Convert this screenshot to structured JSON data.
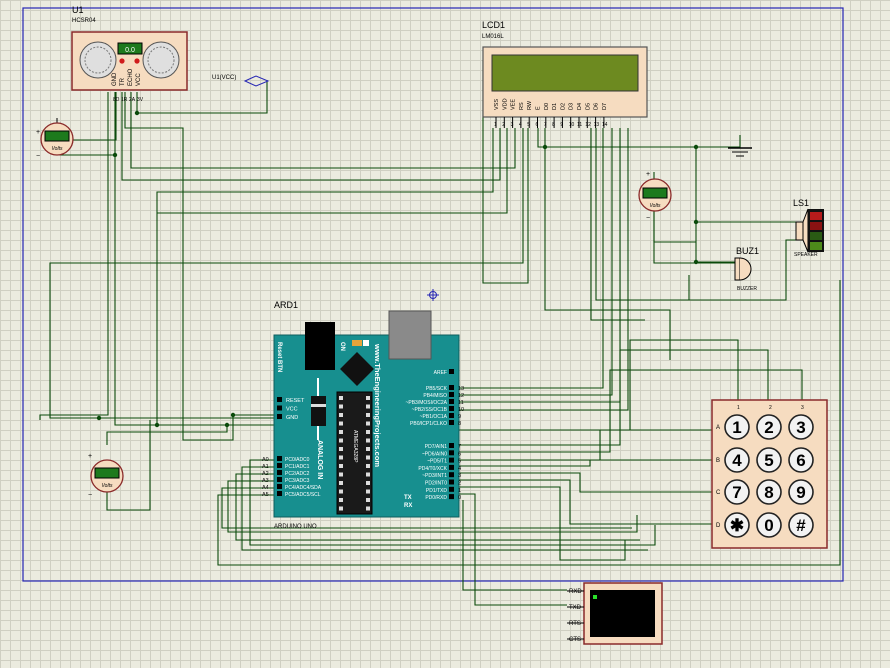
{
  "components": {
    "sensor": {
      "ref": "U1",
      "part": "HCSR04",
      "display_value": "0.0",
      "pins": [
        "GND",
        "TR",
        "ECHO",
        "VCC"
      ],
      "pin_numbers": [
        "8D",
        "1R",
        "2A",
        "3V"
      ]
    },
    "power_label": "U1(VCC)",
    "lcd": {
      "ref": "LCD1",
      "part": "LM016L",
      "pins": [
        "VSS",
        "VDD",
        "VEE",
        "RS",
        "RW",
        "E",
        "D0",
        "D1",
        "D2",
        "D3",
        "D4",
        "D5",
        "D6",
        "D7"
      ],
      "pin_numbers": [
        "1",
        "2",
        "3",
        "4",
        "5",
        "6",
        "7",
        "8",
        "9",
        "10",
        "11",
        "12",
        "13",
        "14"
      ]
    },
    "voltmeter_label": "Volts",
    "speaker": {
      "ref": "LS1",
      "label": "SPEAKER"
    },
    "buzzer": {
      "ref": "BUZ1",
      "label": "BUZZER"
    },
    "arduino": {
      "ref": "ARD1",
      "label": "ARDUINO UNO",
      "reset_btn": "Reset BTN",
      "on_label": "ON",
      "website": "www.TheEngineeringProjects.com",
      "analog_in": "ANALOG IN",
      "chip_text": "ATMEGA328P",
      "left_pins": [
        "RESET",
        "VCC",
        "GND"
      ],
      "analog_pins": [
        "A0",
        "A1",
        "A2",
        "A3",
        "A4",
        "A5"
      ],
      "analog_port": [
        "PC0/ADC0",
        "PC1/ADC1",
        "PC2/ADC2",
        "PC3/ADC3",
        "PC4/ADC4/SDA",
        "PC5/ADC5/SCL"
      ],
      "aref": "AREF",
      "pb_pins": [
        "PB5/SCK",
        "PB4/MISO",
        "~PB3/MOSI/OC2A",
        "~PB2/SS/OC1B",
        "~PB1/OC1A",
        "PB0/ICP1/CLKO"
      ],
      "pb_numbers": [
        "13",
        "12",
        "11",
        "10",
        "9",
        "8"
      ],
      "pd_pins": [
        "PD7/AIN1",
        "~PD6/AIN0",
        "~PD5/T1",
        "PD4/T0/XCK",
        "~PD3/INT1",
        "PD2/INT0",
        "PD1/TXD",
        "PD0/RXD"
      ],
      "pd_numbers": [
        "7",
        "6",
        "5",
        "4",
        "3",
        "2",
        "1",
        "0"
      ],
      "tx": "TX",
      "rx": "RX"
    },
    "keypad": {
      "rows": [
        "A",
        "B",
        "C",
        "D"
      ],
      "cols": [
        "1",
        "2",
        "3"
      ],
      "keys": [
        "1",
        "2",
        "3",
        "4",
        "5",
        "6",
        "7",
        "8",
        "9",
        "✱",
        "0",
        "#"
      ]
    },
    "terminal": {
      "pins": [
        "RXD",
        "TXD",
        "RTS",
        "CTS"
      ]
    }
  }
}
